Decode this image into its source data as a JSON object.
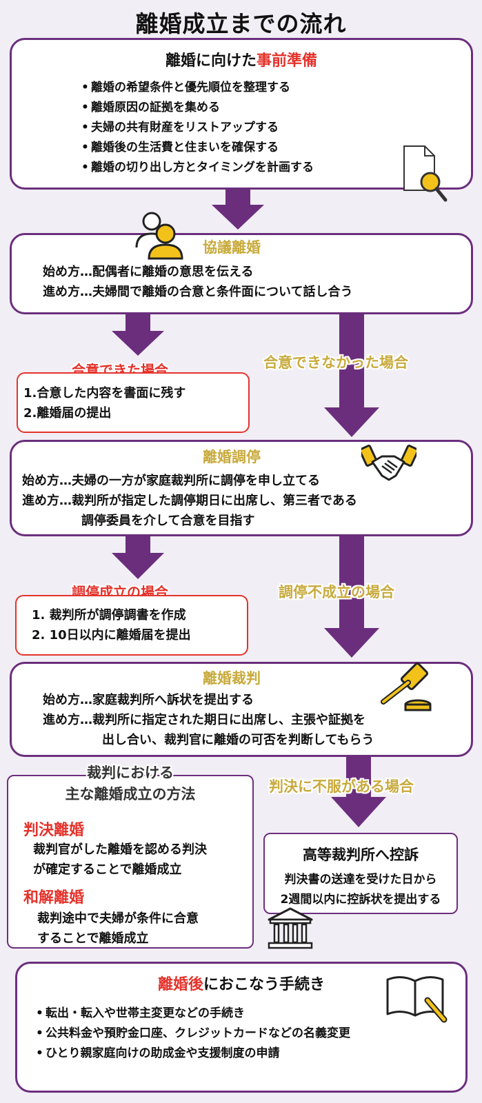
{
  "title": "離婚成立までの流れ",
  "prep": {
    "heading_a": "離婚に向けた",
    "heading_b": "事前準備",
    "items": [
      "離婚の希望条件と優先順位を整理する",
      "離婚原因の証拠を集める",
      "夫婦の共有財産をリストアップする",
      "離婚後の生活費と住まいを確保する",
      "離婚の切り出し方とタイミングを計画する"
    ],
    "icon": "document-search-icon"
  },
  "kyogi": {
    "label": "協議離婚",
    "lines": [
      "始め方…配偶者に離婚の意思を伝える",
      "進め方…夫婦間で離婚の合意と条件面について話し合う"
    ],
    "icon": "people-icon"
  },
  "agreed": {
    "label": "合意できた場合",
    "items": [
      "1.合意した内容を書面に残す",
      "2.離婚届の提出"
    ]
  },
  "not_agreed_label": "合意できなかった場合",
  "chotei": {
    "label": "離婚調停",
    "lines": [
      "始め方…夫婦の一方が家庭裁判所に調停を申し立てる",
      "進め方…裁判所が指定した調停期日に出席し、第三者である",
      "調停委員を介して合意を目指す"
    ],
    "icon": "handshake-icon"
  },
  "chotei_success": {
    "label": "調停成立の場合",
    "items": [
      "1.  裁判所が調停調書を作成",
      "2. 10日以内に離婚届を提出"
    ]
  },
  "chotei_fail_label": "調停不成立の場合",
  "saiban": {
    "label": "離婚裁判",
    "lines": [
      "始め方…家庭裁判所へ訴状を提出する",
      "進め方…裁判所に指定された期日に出席し、主張や証拠を",
      "出し合い、裁判官に離婚の可否を判断してもらう"
    ],
    "icon": "gavel-icon"
  },
  "methods": {
    "label_1": "裁判における",
    "label_2": "主な離婚成立の方法",
    "hanketsu_title": "判決離婚",
    "hanketsu_lines": [
      "裁判官がした離婚を認める判決",
      "が確定することで離婚成立"
    ],
    "wakai_title": "和解離婚",
    "wakai_lines": [
      "裁判途中で夫婦が条件に合意",
      "することで離婚成立"
    ]
  },
  "appeal_label": "判決に不服がある場合",
  "appeal": {
    "title": "高等裁判所へ控訴",
    "lines": [
      "判決書の送達を受けた日から",
      "2週間以内に控訴状を提出する"
    ],
    "icon": "courthouse-icon"
  },
  "after": {
    "heading_a": "離婚後",
    "heading_b": "におこなう手続き",
    "items": [
      "転出・転入や世帯主変更などの手続き",
      "公共料金や預貯金口座、クレジットカードなどの名義変更",
      "ひとり親家庭向けの助成金や支援制度の申請"
    ],
    "icon": "notebook-pen-icon"
  },
  "colors": {
    "purple": "#6b2e7d",
    "red": "#e4322b",
    "gold": "#c8aa3c",
    "icon_yellow": "#f2c21b"
  }
}
